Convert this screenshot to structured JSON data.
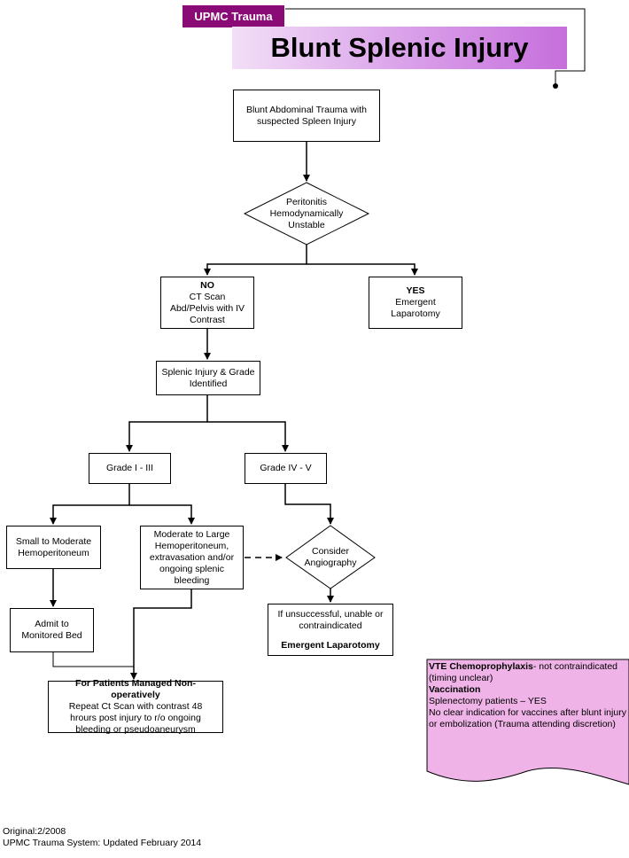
{
  "header": {
    "tag": "UPMC Trauma",
    "title": "Blunt Splenic Injury"
  },
  "nodes": {
    "start": "Blunt Abdominal Trauma with suspected Spleen Injury",
    "peritonitis": [
      "Peritonitis",
      "Hemodynamically",
      "Unstable"
    ],
    "no": {
      "head": "NO",
      "body": "CT Scan Abd/Pelvis with IV Contrast"
    },
    "yes": {
      "head": "YES",
      "body": "Emergent Laparotomy"
    },
    "grade_identified": "Splenic Injury & Grade Identified",
    "grade_low": "Grade I - III",
    "grade_high": "Grade IV - V",
    "small": "Small to Moderate Hemoperitoneum",
    "moderate": "Moderate to Large Hemoperitoneum, extravasation and/or ongoing splenic bleeding",
    "angio": [
      "Consider",
      "Angiography"
    ],
    "admit": "Admit to Monitored Bed",
    "unsuccessful": {
      "body": "If unsuccessful, unable or contraindicated",
      "head": "Emergent Laparotomy"
    },
    "nonop": {
      "head": "For Patients Managed Non-operatively",
      "body": "Repeat Ct Scan with contrast 48 hrours post injury to r/o ongoing bleeding or pseudoaneurysm"
    }
  },
  "note": {
    "vte_head": "VTE Chemoprophylaxis",
    "vte_body": "- not contraindicated (timing unclear)",
    "vacc_head": "Vaccination",
    "line1": "Splenectomy patients – YES",
    "line2": "No clear indication for vaccines after blunt injury or embolization (Trauma attending discretion)"
  },
  "footer": {
    "original": "Original:2/2008",
    "updated": "UPMC Trauma System: Updated February 2014"
  },
  "colors": {
    "tag": "#8a0a76",
    "title_gradient": [
      "#f2dff6",
      "#c66fdc"
    ],
    "note_fill": "#efb3e7"
  }
}
